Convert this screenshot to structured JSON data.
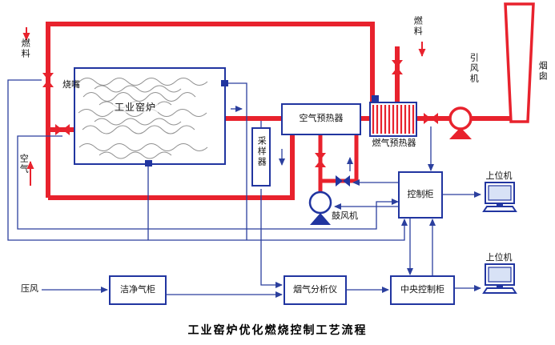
{
  "title": "工业窑炉优化燃烧控制工艺流程",
  "colors": {
    "pipe_red": "#e8222d",
    "control_line_blue": "#2b3f9e",
    "box_border_blue": "#2135a0",
    "flame_gray": "#909090"
  },
  "labels": {
    "fuel_left": "燃料",
    "fuel_right": "燃料",
    "burner": "烧嘴",
    "air": "空气",
    "furnace": "工业窑炉",
    "sampler": "采样器",
    "air_preheater": "空气预热器",
    "gas_preheater": "燃气预热器",
    "induced_draft_fan": "引风机",
    "chimney": "烟囱",
    "control_cabinet": "控制柜",
    "host_computer_top": "上位机",
    "host_computer_bottom": "上位机",
    "blower": "鼓风机",
    "compressed_air": "压风",
    "clean_gas_cabinet": "洁净气柜",
    "flue_gas_analyzer": "烟气分析仪",
    "central_control_cabinet": "中央控制柜"
  },
  "icons": {
    "induced_draft_fan": "fan-icon",
    "blower": "fan-icon",
    "host_computer": "computer-icon",
    "valves": "valve-icon",
    "chimney": "chimney-shape",
    "flow_arrows": "arrow-icon"
  }
}
